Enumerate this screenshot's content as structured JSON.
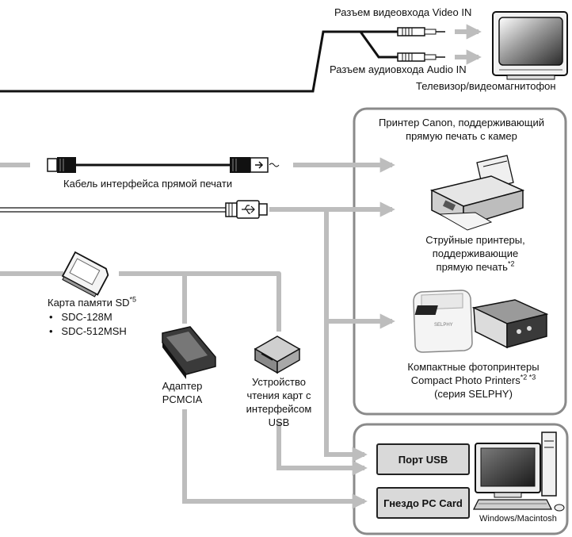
{
  "tv": {
    "video_in_label": "Разъем видеовхода Video IN",
    "audio_in_label": "Разъем аудиовхода Audio IN",
    "device_label": "Телевизор/видеомагнитофон"
  },
  "printer_panel": {
    "title_line1": "Принтер Canon, поддерживающий",
    "title_line2": "прямую печать с камер",
    "inkjet_line1": "Струйные принтеры,",
    "inkjet_line2": "поддерживающие",
    "inkjet_line3": "прямую печать",
    "inkjet_note": "*2",
    "compact_line1": "Компактные фотопринтеры",
    "compact_line2": "Compact Photo Printers",
    "compact_note": "*2 *3",
    "compact_line3": "(серия SELPHY)",
    "selphy_print": "SELPHY"
  },
  "cable": {
    "direct_print_label": "Кабель интерфейса прямой печати"
  },
  "memory_card": {
    "label": "Карта памяти SD",
    "note": "*5",
    "bullet": "•",
    "models": [
      "SDC-128M",
      "SDC-512MSH"
    ]
  },
  "adapter": {
    "line1": "Адаптер",
    "line2": "PCMCIA"
  },
  "card_reader": {
    "line1": "Устройство",
    "line2": "чтения карт с",
    "line3": "интерфейсом",
    "line4": "USB"
  },
  "computer_panel": {
    "usb_port_label": "Порт USB",
    "pc_card_label": "Гнездо PC Card",
    "os_label": "Windows/Macintosh"
  },
  "colors": {
    "arrow_gray": "#bdbdbd",
    "frame_gray": "#8a8a8a",
    "port_fill": "#d9d9d9",
    "cable_black": "#111111"
  }
}
